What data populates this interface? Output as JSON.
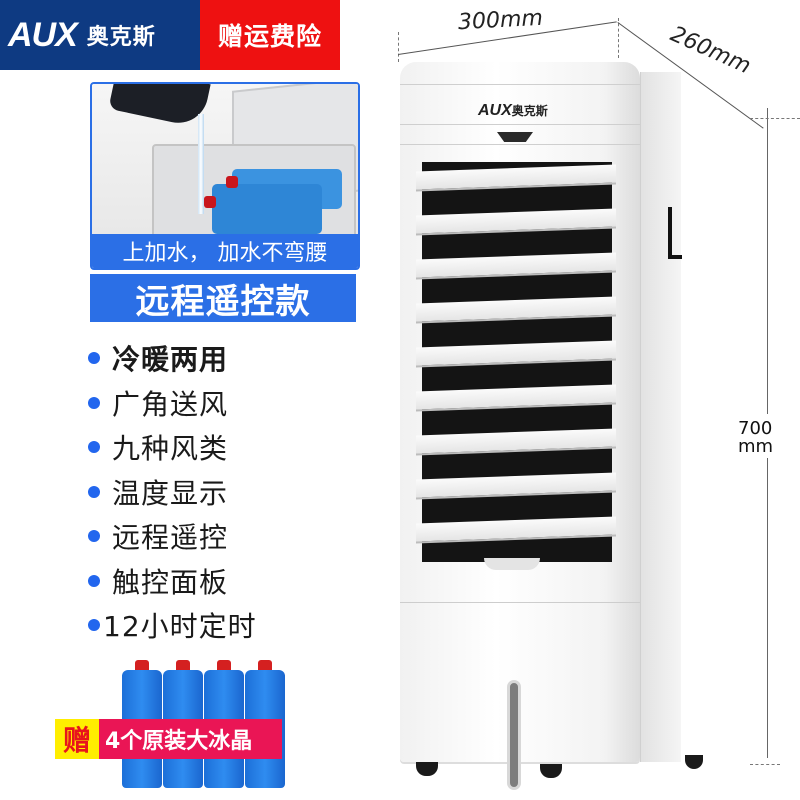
{
  "header": {
    "brand_logo": "AUX",
    "brand_name_cn": "奥克斯",
    "promo_label": "赠运费险",
    "colors": {
      "brand_bg": "#0e3a82",
      "promo_bg": "#ee1111"
    }
  },
  "photo": {
    "description": "pouring water into top tank with ice packs",
    "caption": "上加水， 加水不弯腰"
  },
  "model_badge": "远程遥控款",
  "features": [
    {
      "label": "冷暖两用",
      "bold": true
    },
    {
      "label": "广角送风",
      "bold": false
    },
    {
      "label": "九种风类",
      "bold": false
    },
    {
      "label": "温度显示",
      "bold": false
    },
    {
      "label": "远程遥控",
      "bold": false
    },
    {
      "label": "触控面板",
      "bold": false
    },
    {
      "label": "12小时定时",
      "bold": false
    }
  ],
  "gift": {
    "tag": "赠",
    "text": "4个原装大冰晶",
    "ice_bottle_count": 4,
    "colors": {
      "tag_bg": "#ffee00",
      "tag_text": "#e8141c",
      "bar_bg": "#ea1555"
    }
  },
  "product": {
    "device_logo": "AUX",
    "device_logo_cn": "奥克斯",
    "louver_count": 9,
    "dimensions": {
      "width": "300mm",
      "depth": "260mm",
      "height_value": "700",
      "height_unit": "mm"
    }
  },
  "accent_color": "#2b6fe6"
}
